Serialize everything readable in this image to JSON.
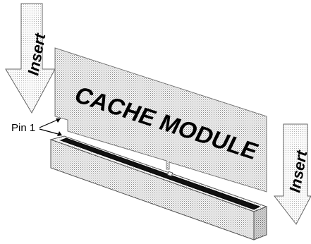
{
  "labels": {
    "module": "CACHE MODULE",
    "insert_left": "Insert",
    "insert_right": "Insert",
    "pin": "Pin 1"
  }
}
